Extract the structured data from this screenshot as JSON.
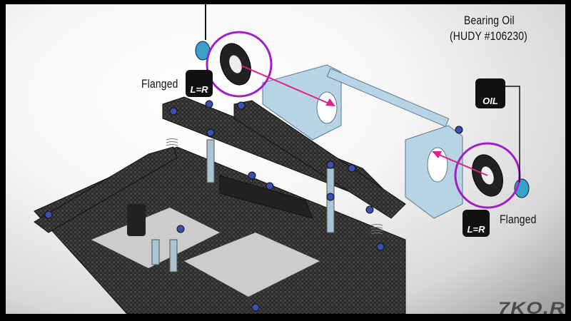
{
  "labels": {
    "flanged_top": "Flanged",
    "flanged_bottom": "Flanged",
    "bearing_oil": "Bearing Oil",
    "hudy_part": "(HUDY #106230)"
  },
  "badges": {
    "lr_top": "L=R",
    "lr_bottom": "L=R",
    "oil": "OIL"
  },
  "logo": "7KO.R",
  "colors": {
    "callout_circle": "#a020c8",
    "arrow": "#e0208a",
    "carbon": "#2a2a2a",
    "aluminium": "#b8d4e4",
    "screw": "#3a50b0"
  }
}
